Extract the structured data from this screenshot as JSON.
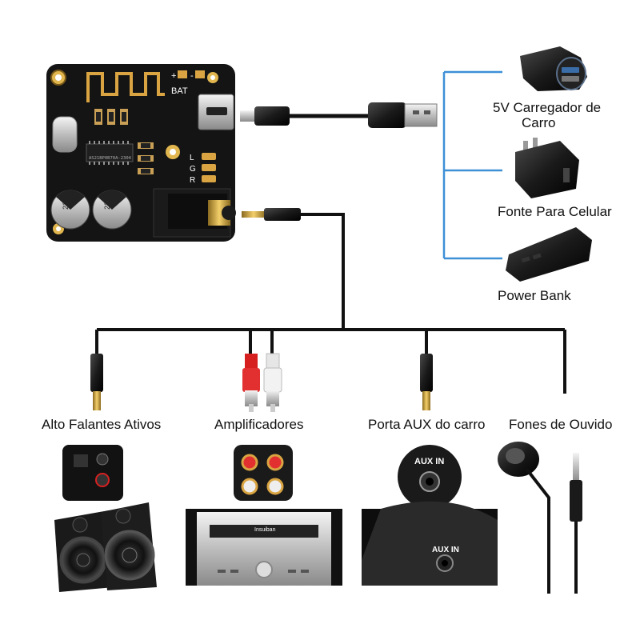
{
  "board": {
    "bat_label": "BAT",
    "pin_plus": "+",
    "pin_minus": "-",
    "chip_text": "AS21BP0B70A-2304",
    "cap_left": [
      "220",
      "10V",
      "VT"
    ],
    "cap_right": [
      "220",
      "10V",
      "VT"
    ],
    "audio_pins": [
      "L",
      "G",
      "R"
    ]
  },
  "power_sources": {
    "car_charger": "5V Carregador de Carro",
    "car_charger_line1": "5V Carregador de",
    "car_charger_line2": "Carro",
    "phone_adapter": "Fonte Para Celular",
    "power_bank": "Power Bank"
  },
  "outputs": {
    "speakers": "Alto Falantes Ativos",
    "amplifiers": "Amplificadores",
    "car_aux": "Porta AUX do carro",
    "headphones": "Fones de Ouvido"
  },
  "photo_text": {
    "aux_in_top": "AUX IN",
    "aux_in_bottom": "AUX IN",
    "amp_brand": "Insuiban"
  },
  "colors": {
    "wire": "#111111",
    "power_bracket": "#3d8fd6",
    "pcb": "#141414",
    "gold": "#d9a441",
    "rca_red": "#d62020",
    "rca_white": "#f2f2f2"
  }
}
